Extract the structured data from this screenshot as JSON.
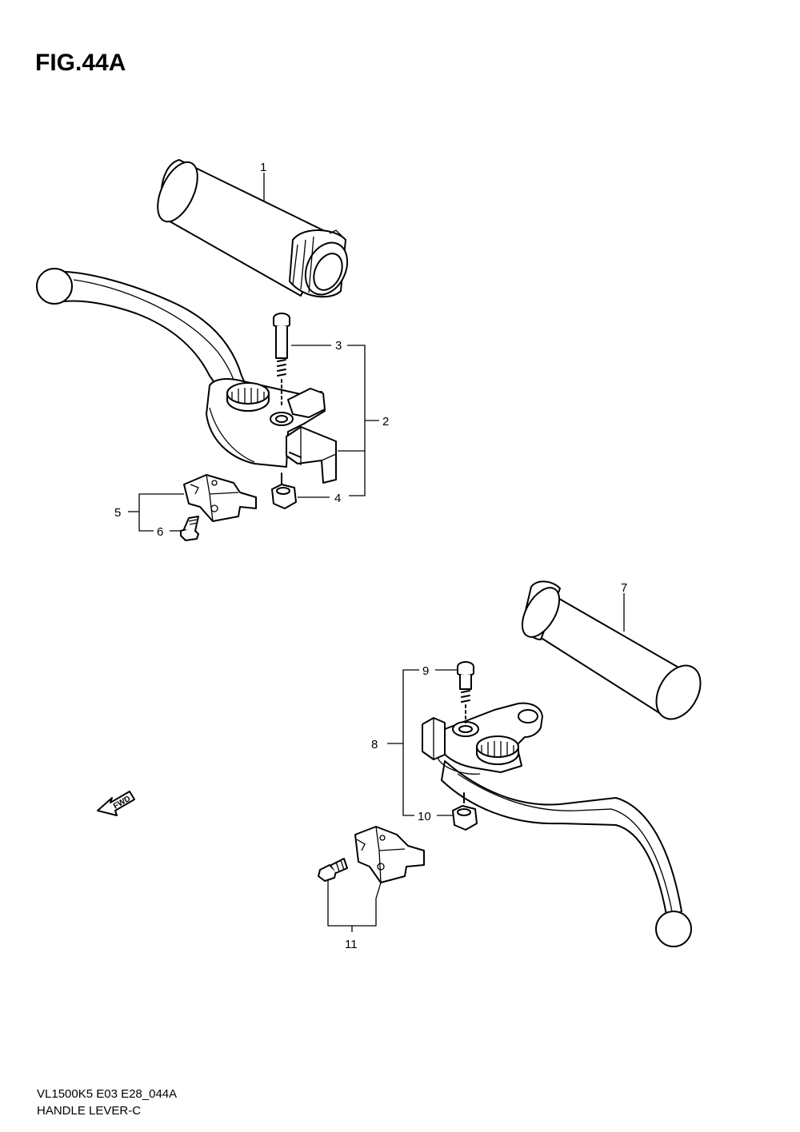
{
  "figure": {
    "title": "FIG.44A",
    "code": "VL1500K5 E03 E28_044A",
    "name": "HANDLE LEVER-C"
  },
  "fwd_label": "FWD",
  "callouts": [
    "1",
    "2",
    "3",
    "4",
    "5",
    "6",
    "7",
    "8",
    "9",
    "10",
    "11"
  ],
  "parts": [
    {
      "ref": "1",
      "name": "grip"
    },
    {
      "ref": "2",
      "name": "lever-assembly"
    },
    {
      "ref": "3",
      "name": "bolt"
    },
    {
      "ref": "4",
      "name": "nut"
    },
    {
      "ref": "5",
      "name": "switch"
    },
    {
      "ref": "6",
      "name": "screw"
    },
    {
      "ref": "7",
      "name": "grip"
    },
    {
      "ref": "8",
      "name": "lever-assembly"
    },
    {
      "ref": "9",
      "name": "bolt"
    },
    {
      "ref": "10",
      "name": "nut"
    },
    {
      "ref": "11",
      "name": "switch"
    }
  ]
}
